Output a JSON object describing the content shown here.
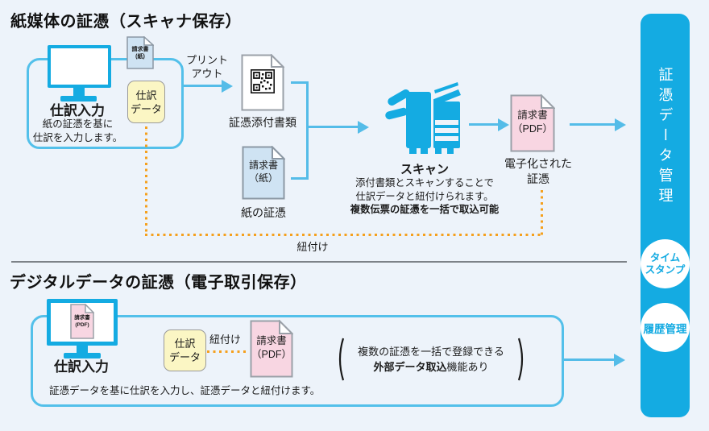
{
  "colors": {
    "background": "#edf3fa",
    "brand_blue": "#14abe2",
    "arrow_blue": "#54bce8",
    "orange_link": "#f5a01d",
    "yellow_box": "#fbf6c4",
    "blue_doc": "#cfe3f3",
    "pink_doc": "#f8d6e2"
  },
  "paper_section": {
    "title": "紙媒体の証憑（スキャナ保存）",
    "entry": {
      "monitor_doc_line1": "請求書",
      "monitor_doc_line2": "(紙)",
      "title": "仕訳入力",
      "desc_line1": "紙の証憑を基に",
      "desc_line2": "仕訳を入力します。",
      "data_box_line1": "仕訳",
      "data_box_line2": "データ"
    },
    "printout_line1": "プリント",
    "printout_line2": "アウト",
    "attached_docs_label": "証憑添付書類",
    "paper_invoice": {
      "line1": "請求書",
      "line2": "（紙）"
    },
    "paper_invoice_label": "紙の証憑",
    "scan": {
      "title": "スキャン",
      "desc_line1": "添付書類とスキャンすることで",
      "desc_line2": "仕訳データと紐付けられます。",
      "desc_line3": "複数伝票の証憑を一括で取込可能"
    },
    "pdf_invoice": {
      "line1": "請求書",
      "line2": "（PDF）"
    },
    "pdf_invoice_label_line1": "電子化された",
    "pdf_invoice_label_line2": "証憑",
    "link_label": "紐付け"
  },
  "digital_section": {
    "title": "デジタルデータの証憑（電子取引保存）",
    "entry": {
      "monitor_doc_line1": "請求書",
      "monitor_doc_line2": "(PDF)",
      "title": "仕訳入力",
      "desc": "証憑データを基に仕訳を入力し、証憑データと紐付けます。",
      "data_box_line1": "仕訳",
      "data_box_line2": "データ"
    },
    "link_label": "紐付け",
    "pdf_invoice": {
      "line1": "請求書",
      "line2": "（PDF）"
    },
    "note_line1": "複数の証憑を一括で登録できる",
    "note_line2_bold": "外部データ取込",
    "note_line2_rest": "機能あり"
  },
  "sidebar": {
    "bar_label": "証憑データ管理",
    "badge_timestamp_line1": "タイム",
    "badge_timestamp_line2": "スタンプ",
    "badge_history": "履歴管理"
  }
}
